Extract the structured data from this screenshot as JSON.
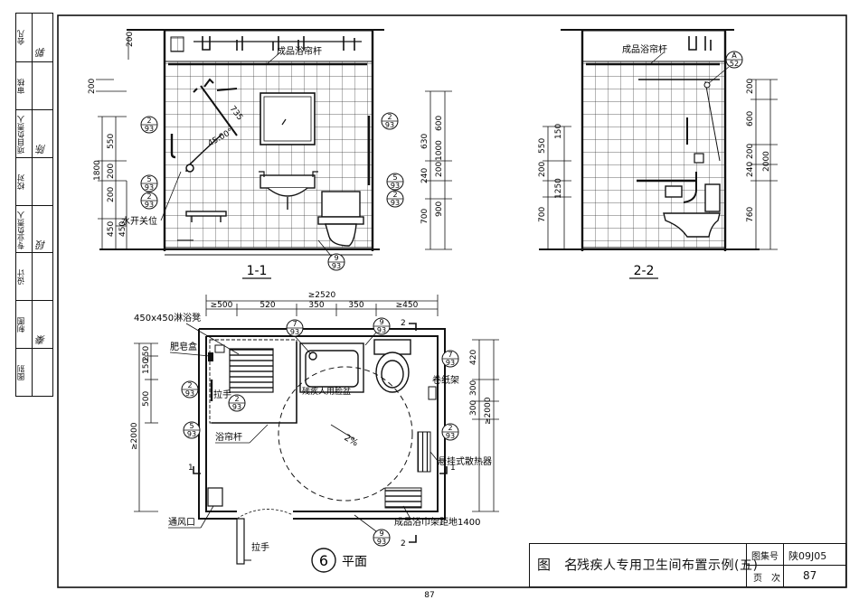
{
  "side_strip": {
    "rows": [
      {
        "label": "会凡",
        "signature": "郭"
      },
      {
        "label": "审核",
        "signature": ""
      },
      {
        "label": "项目负责人",
        "signature": "陈"
      },
      {
        "label": "校对",
        "signature": ""
      },
      {
        "label": "专业负责人",
        "signature": "段"
      },
      {
        "label": "设计",
        "signature": ""
      },
      {
        "label": "制图",
        "signature": "秦"
      },
      {
        "label": "图别",
        "signature": ""
      }
    ]
  },
  "section_1_1": {
    "title": "1-1",
    "labels": {
      "curtain_rod": "成品浴帘杆",
      "water_valve": "水开关位",
      "dim_200_top": "200",
      "dim_200_left": "200",
      "dim_1800": "1800",
      "dim_550": "550",
      "dim_200a": "200",
      "dim_200b": "200",
      "dim_450": "450",
      "dim_450b": "450",
      "dim_735": "735",
      "dim_45deg": "45.00°",
      "r_600": "600",
      "r_630": "630",
      "r_200": "200",
      "r_1000": "1000",
      "r_240": "240",
      "r_700": "700",
      "r_900": "900"
    },
    "callouts": [
      {
        "num": "2",
        "page": "93"
      },
      {
        "num": "2",
        "page": "93"
      },
      {
        "num": "5",
        "page": "93"
      },
      {
        "num": "2",
        "page": "93"
      },
      {
        "num": "5",
        "page": "93"
      },
      {
        "num": "2",
        "page": "93"
      },
      {
        "num": "9",
        "page": "93"
      }
    ]
  },
  "section_2_2": {
    "title": "2-2",
    "labels": {
      "curtain_rod": "成品浴帘杆",
      "l_150": "150",
      "l_550": "550",
      "l_200": "200",
      "l_1250": "1250",
      "l_700": "700",
      "r_200": "200",
      "r_600": "600",
      "r_200b": "200",
      "r_240": "240",
      "r_2000": "2000",
      "r_760": "760"
    },
    "callout": {
      "num": "A",
      "page": "52"
    }
  },
  "plan": {
    "title_num": "6",
    "title": "平面",
    "labels": {
      "shower_stool": "450x450淋浴凳",
      "soap_box": "肥皂盒",
      "handrail": "拉手",
      "handrail2": "拉手",
      "curtain_rod": "浴帘杆",
      "vent": "通风口",
      "basin": "残疾人用脸盆",
      "tissue": "卷纸架",
      "heater": "悬挂式散热器",
      "towel_rack": "成品浴巾架距地1400",
      "slope": "2%",
      "sec1_top": "1",
      "sec1_bot": "1",
      "sec2_top": "2",
      "sec2_bot": "2"
    },
    "dims_top": [
      "≥500",
      "520",
      "350",
      "350",
      "≥450"
    ],
    "dim_total": "≥2520",
    "dims_left": [
      "150",
      "250",
      "500"
    ],
    "dim_left_total": "≥2000",
    "dims_right": [
      "420",
      "300",
      "300"
    ],
    "dim_right_total": "≥2000",
    "callouts": [
      {
        "num": "7",
        "page": "93"
      },
      {
        "num": "9",
        "page": "93"
      },
      {
        "num": "2",
        "page": "93"
      },
      {
        "num": "2",
        "page": "93"
      },
      {
        "num": "5",
        "page": "93"
      },
      {
        "num": "7",
        "page": "93"
      },
      {
        "num": "2",
        "page": "93"
      },
      {
        "num": "9",
        "page": "93"
      }
    ]
  },
  "title_block": {
    "label_name": "图　名",
    "name": "残疾人专用卫生间布置示例(五)",
    "atlas_label": "图集号",
    "atlas_no": "陕09J05",
    "page_label": "页　次",
    "page_no": "87"
  },
  "page_number": "87"
}
